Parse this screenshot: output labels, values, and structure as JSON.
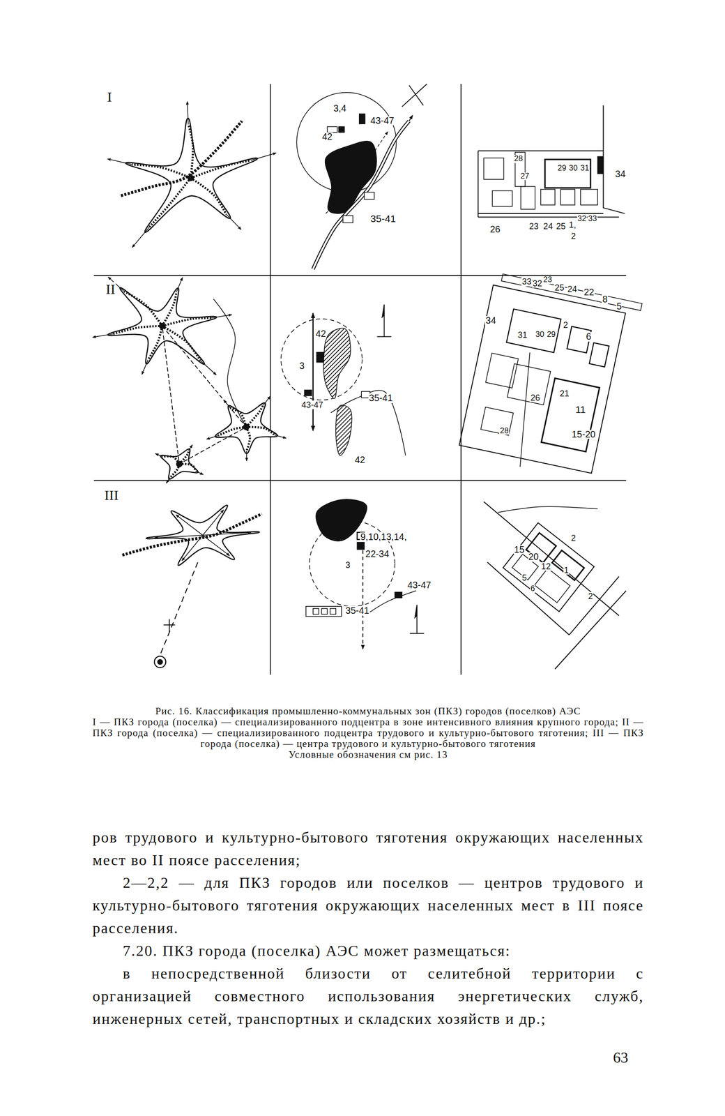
{
  "diagram": {
    "caption": "Рис. 16. Классификация промышленно-коммунальных зон (ПКЗ) городов (поселков) АЭС",
    "labels": [
      "I",
      "3,4",
      "42",
      "43-47",
      "35-41",
      "28",
      "27",
      "29",
      "30",
      "31",
      "34",
      "26",
      "23",
      "24",
      "25",
      "1,",
      "32",
      "33",
      "2",
      "II",
      "42",
      "3",
      "43-47",
      "35-41",
      "42",
      "33",
      "32",
      "23",
      "25",
      "24",
      "22",
      "8",
      "5",
      "34",
      "31",
      "30",
      "29",
      "2",
      "6",
      "26",
      "21",
      "11",
      "15-20",
      "28",
      "III",
      "9,10,13,14,",
      "22-34",
      "3",
      "43-47",
      "35-41",
      "15",
      "20",
      "12",
      "2",
      "1",
      "5",
      "6",
      "2",
      "I — ПКЗ города (поселка) — специализированного подцентра в зоне интенсивного влияния крупного города; II — ПКЗ города (поселка) — специализированного подцентра трудового и культурно-бытового тяготения; III — ПКЗ города (поселка) — центра трудового и культурно-бытового тяготения",
      "Условные обозначения см рис. 13",
      "ров трудового и культурно-бытового тяготения окружающих населенных мест во II поясе расселения;",
      "2—2,2 — для ПКЗ городов или поселков — центров трудового и культурно-бытового тяготения окружающих населенных мест в III поясе расселения.",
      "7.20. ПКЗ города (поселка) АЭС может размещаться:",
      "в непосредственной близости от селитебной территории с организацией совместного использования энергетических служб, инженерных сетей, транспортных и складских хозяйств и др.;",
      "63"
    ]
  }
}
